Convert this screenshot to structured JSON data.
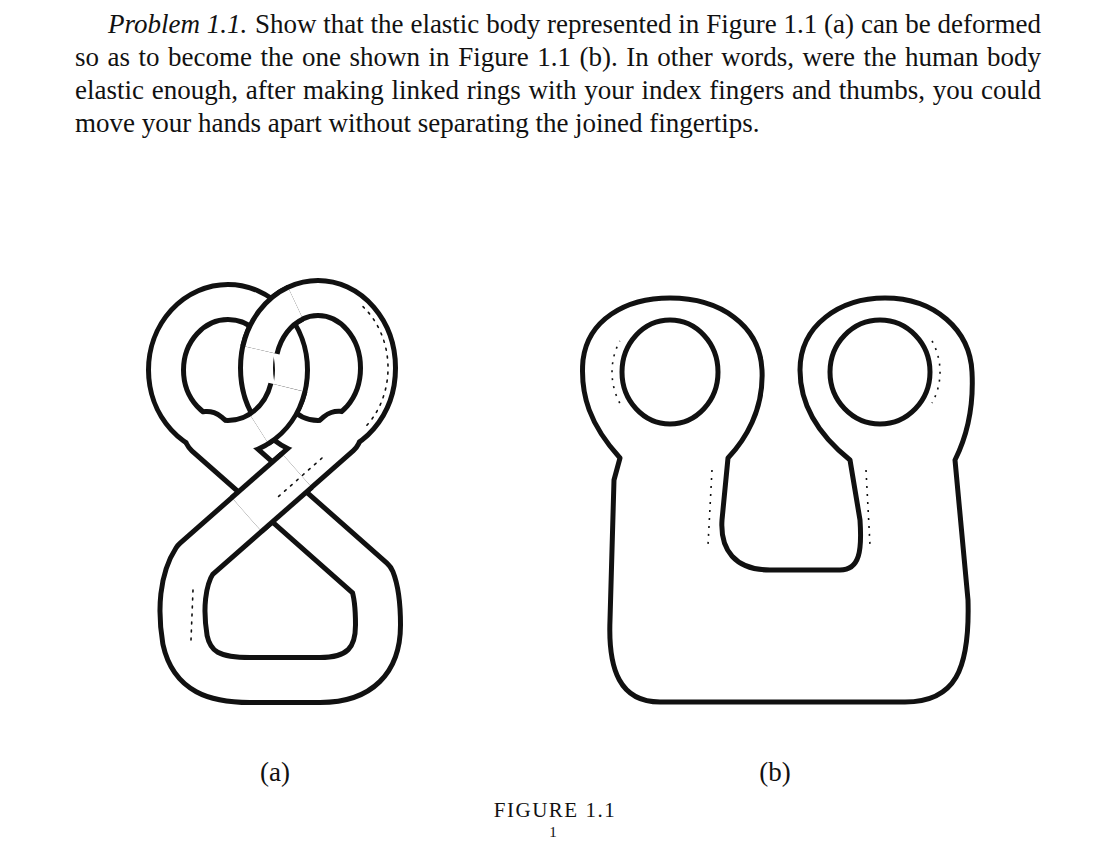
{
  "diagram": {
    "caption": "FIGURE 1.1",
    "labels": [
      "Problem 1.1.",
      "Show that the elastic body represented in Figure 1.1 (a) can be deformed so as to become the one shown in Figure 1.1 (b). In other words, were the human body elastic enough, after making linked rings with your index fingers and thumbs, you could move your hands apart without separating the joined fingertips.",
      "(a)",
      "(b)",
      "1"
    ]
  }
}
